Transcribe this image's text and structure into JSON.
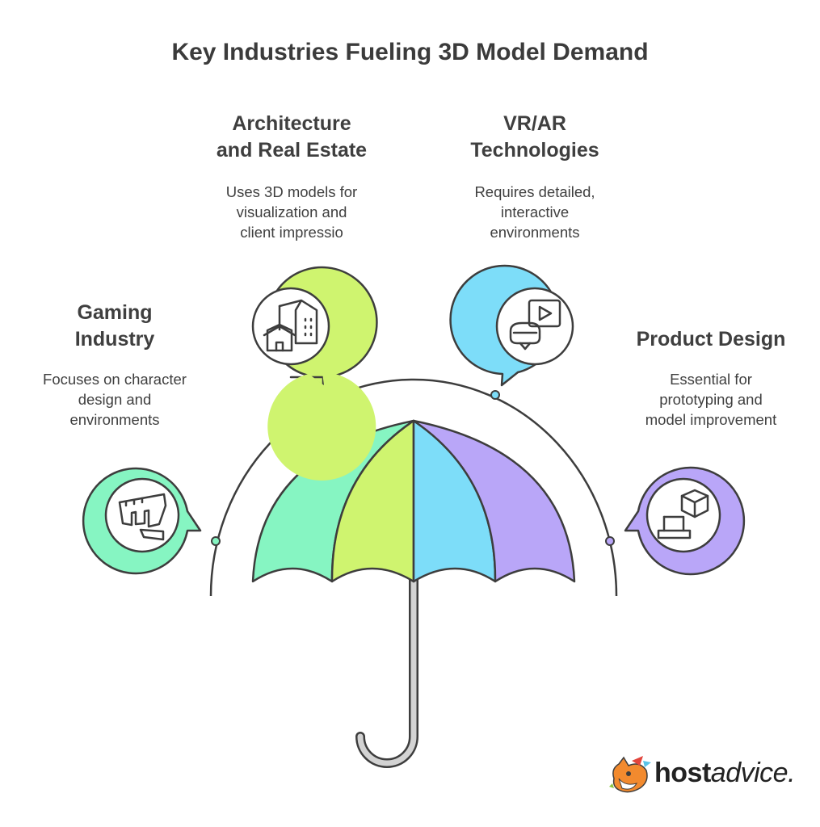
{
  "title": "Key Industries Fueling 3D Model Demand",
  "segments": {
    "gaming": {
      "heading_line1": "Gaming",
      "heading_line2": "Industry",
      "desc_line1": "Focuses on character",
      "desc_line2": "design and",
      "desc_line3": "environments",
      "icon": "fist-icon",
      "color": "#86F5C2"
    },
    "architecture": {
      "heading_line1": "Architecture",
      "heading_line2": "and Real Estate",
      "desc_line1": "Uses 3D models for",
      "desc_line2": "visualization and",
      "desc_line3": "client impressio",
      "icon": "buildings-icon",
      "color": "#CFF46F"
    },
    "vrar": {
      "heading_line1": "VR/AR",
      "heading_line2": "Technologies",
      "desc_line1": "Requires detailed,",
      "desc_line2": "interactive",
      "desc_line3": "environments",
      "icon": "vr-headset-icon",
      "color": "#7DDDF9"
    },
    "product": {
      "heading_line1": "Product Design",
      "desc_line1": "Essential for",
      "desc_line2": "prototyping and",
      "desc_line3": "model improvement",
      "icon": "laptop-cube-icon",
      "color": "#B9A6F8"
    }
  },
  "brand": {
    "bold": "host",
    "rest": "advice."
  },
  "colors": {
    "stroke": "#3d3d3d",
    "handle": "#d3d3d3"
  }
}
